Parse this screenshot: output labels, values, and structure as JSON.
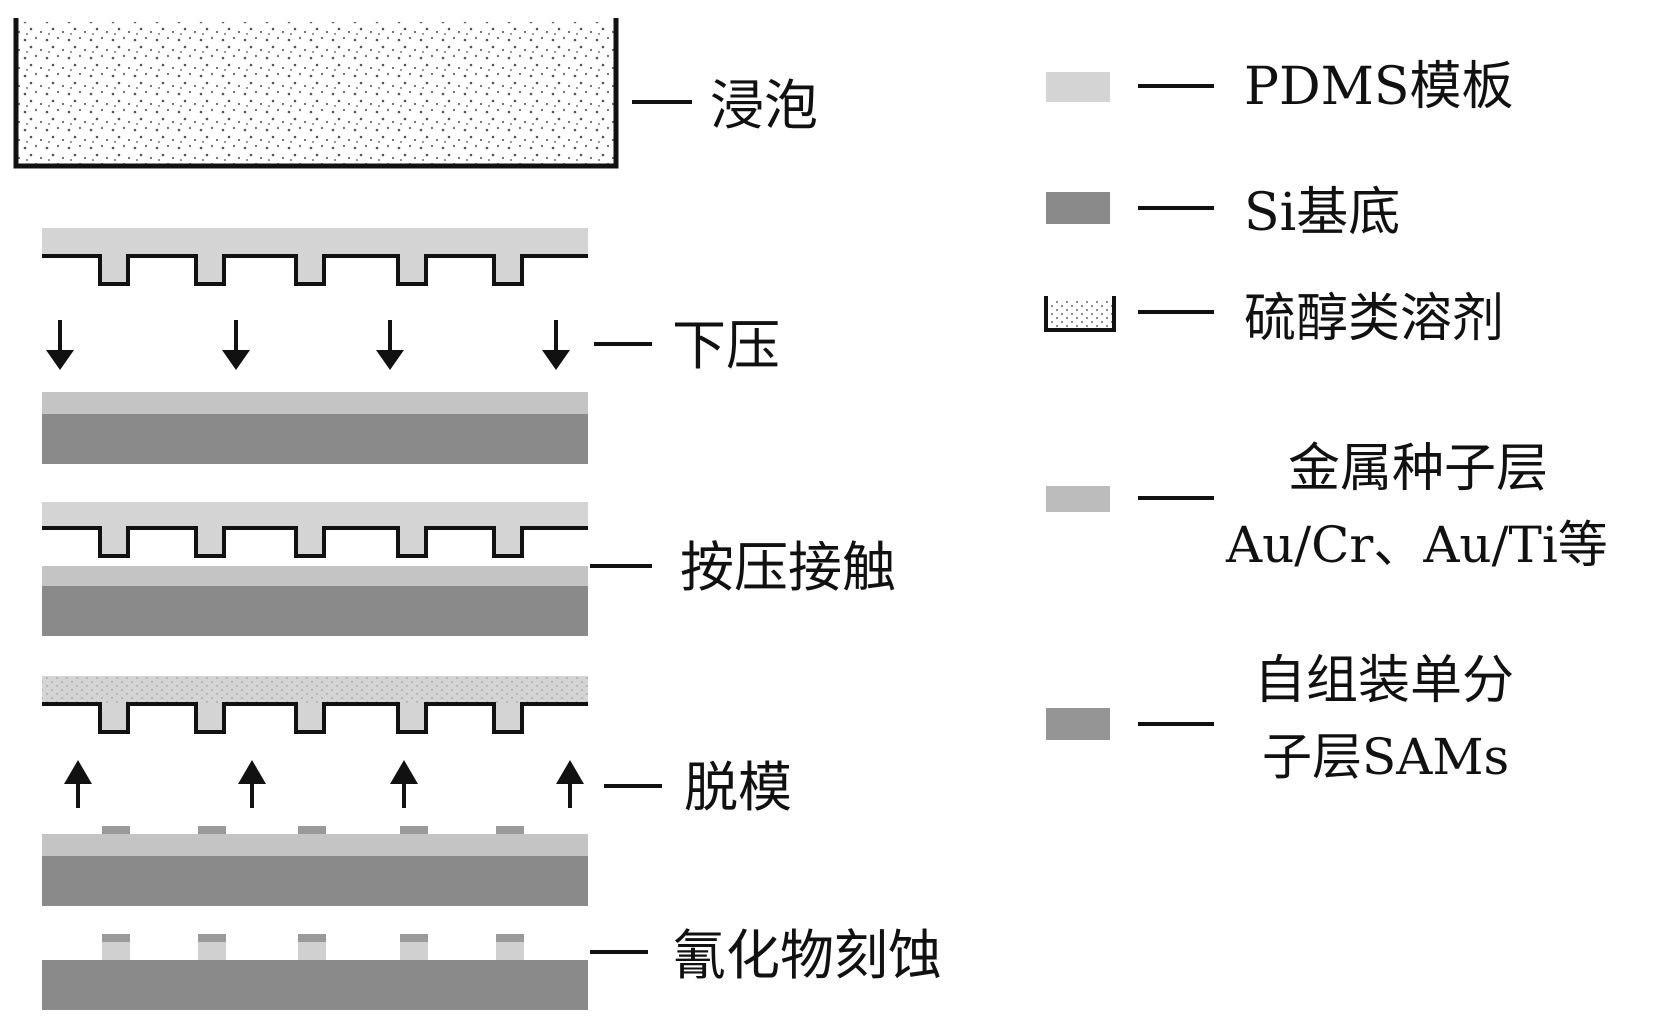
{
  "steps": {
    "soak": "浸泡",
    "press_down": "下压",
    "contact": "按压接触",
    "demold": "脱模",
    "etch": "氰化物刻蚀"
  },
  "legend": {
    "pdms": "PDMS模板",
    "si": "Si基底",
    "thiol": "硫醇类溶剂",
    "seed_line1": "金属种子层",
    "seed_line2": "Au/Cr、Au/Ti等",
    "sams_line1": "自组装单分",
    "sams_line2": "子层SAMs"
  },
  "colors": {
    "pdms": "#d4d4d4",
    "si": "#8a8a8a",
    "seed": "#bcbcbc",
    "sams": "#959595",
    "outline": "#111111",
    "dot": "#555555"
  }
}
